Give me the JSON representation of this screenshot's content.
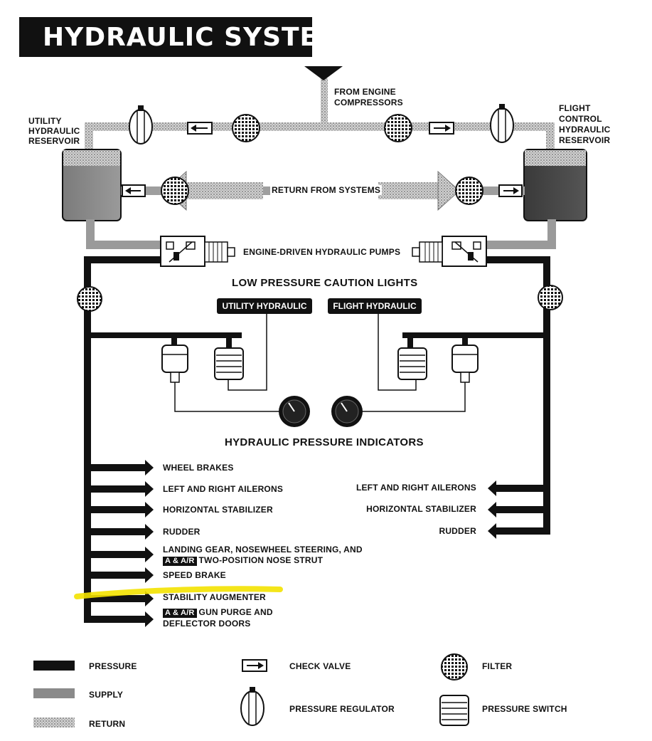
{
  "title": "HYDRAULIC SYSTEMS",
  "labels": {
    "from_engine_1": "FROM ENGINE",
    "from_engine_2": "COMPRESSORS",
    "utility_reservoir": [
      "UTILITY",
      "HYDRAULIC",
      "RESERVOIR"
    ],
    "flight_reservoir": [
      "FLIGHT",
      "CONTROL",
      "HYDRAULIC",
      "RESERVOIR"
    ],
    "return_from_systems": "RETURN FROM SYSTEMS",
    "pumps": "ENGINE-DRIVEN HYDRAULIC PUMPS",
    "caution_lights": "LOW PRESSURE CAUTION LIGHTS",
    "lamp_utility": "UTILITY HYDRAULIC",
    "lamp_flight": "FLIGHT HYDRAULIC",
    "pressure_indicators": "HYDRAULIC PRESSURE INDICATORS"
  },
  "utility_outputs": {
    "wheel_brakes": "WHEEL BRAKES",
    "ailerons": "LEFT AND RIGHT AILERONS",
    "stabilizer": "HORIZONTAL  STABILIZER",
    "rudder": "RUDDER",
    "landing_gear_1": "LANDING GEAR, NOSEWHEEL STEERING, AND",
    "landing_gear_badge": "A & A/R",
    "landing_gear_2": "TWO-POSITION NOSE STRUT",
    "speed_brake": "SPEED BRAKE",
    "stability": "STABILITY AUGMENTER",
    "gun_badge": "A & A/R",
    "gun_1": "GUN PURGE AND",
    "gun_2": "DEFLECTOR DOORS"
  },
  "flight_outputs": {
    "ailerons": "LEFT AND RIGHT AILERONS",
    "stabilizer": "HORIZONTAL STABILIZER",
    "rudder": "RUDDER"
  },
  "legend": {
    "pressure": "PRESSURE",
    "supply": "SUPPLY",
    "return": "RETURN",
    "check_valve": "CHECK VALVE",
    "pressure_regulator": "PRESSURE REGULATOR",
    "filter": "FILTER",
    "pressure_switch": "PRESSURE SWITCH"
  },
  "colors": {
    "pressure": "#111111",
    "supply": "#8a8a8a",
    "return": "#b5b5b5",
    "highlight": "#f3e200"
  }
}
